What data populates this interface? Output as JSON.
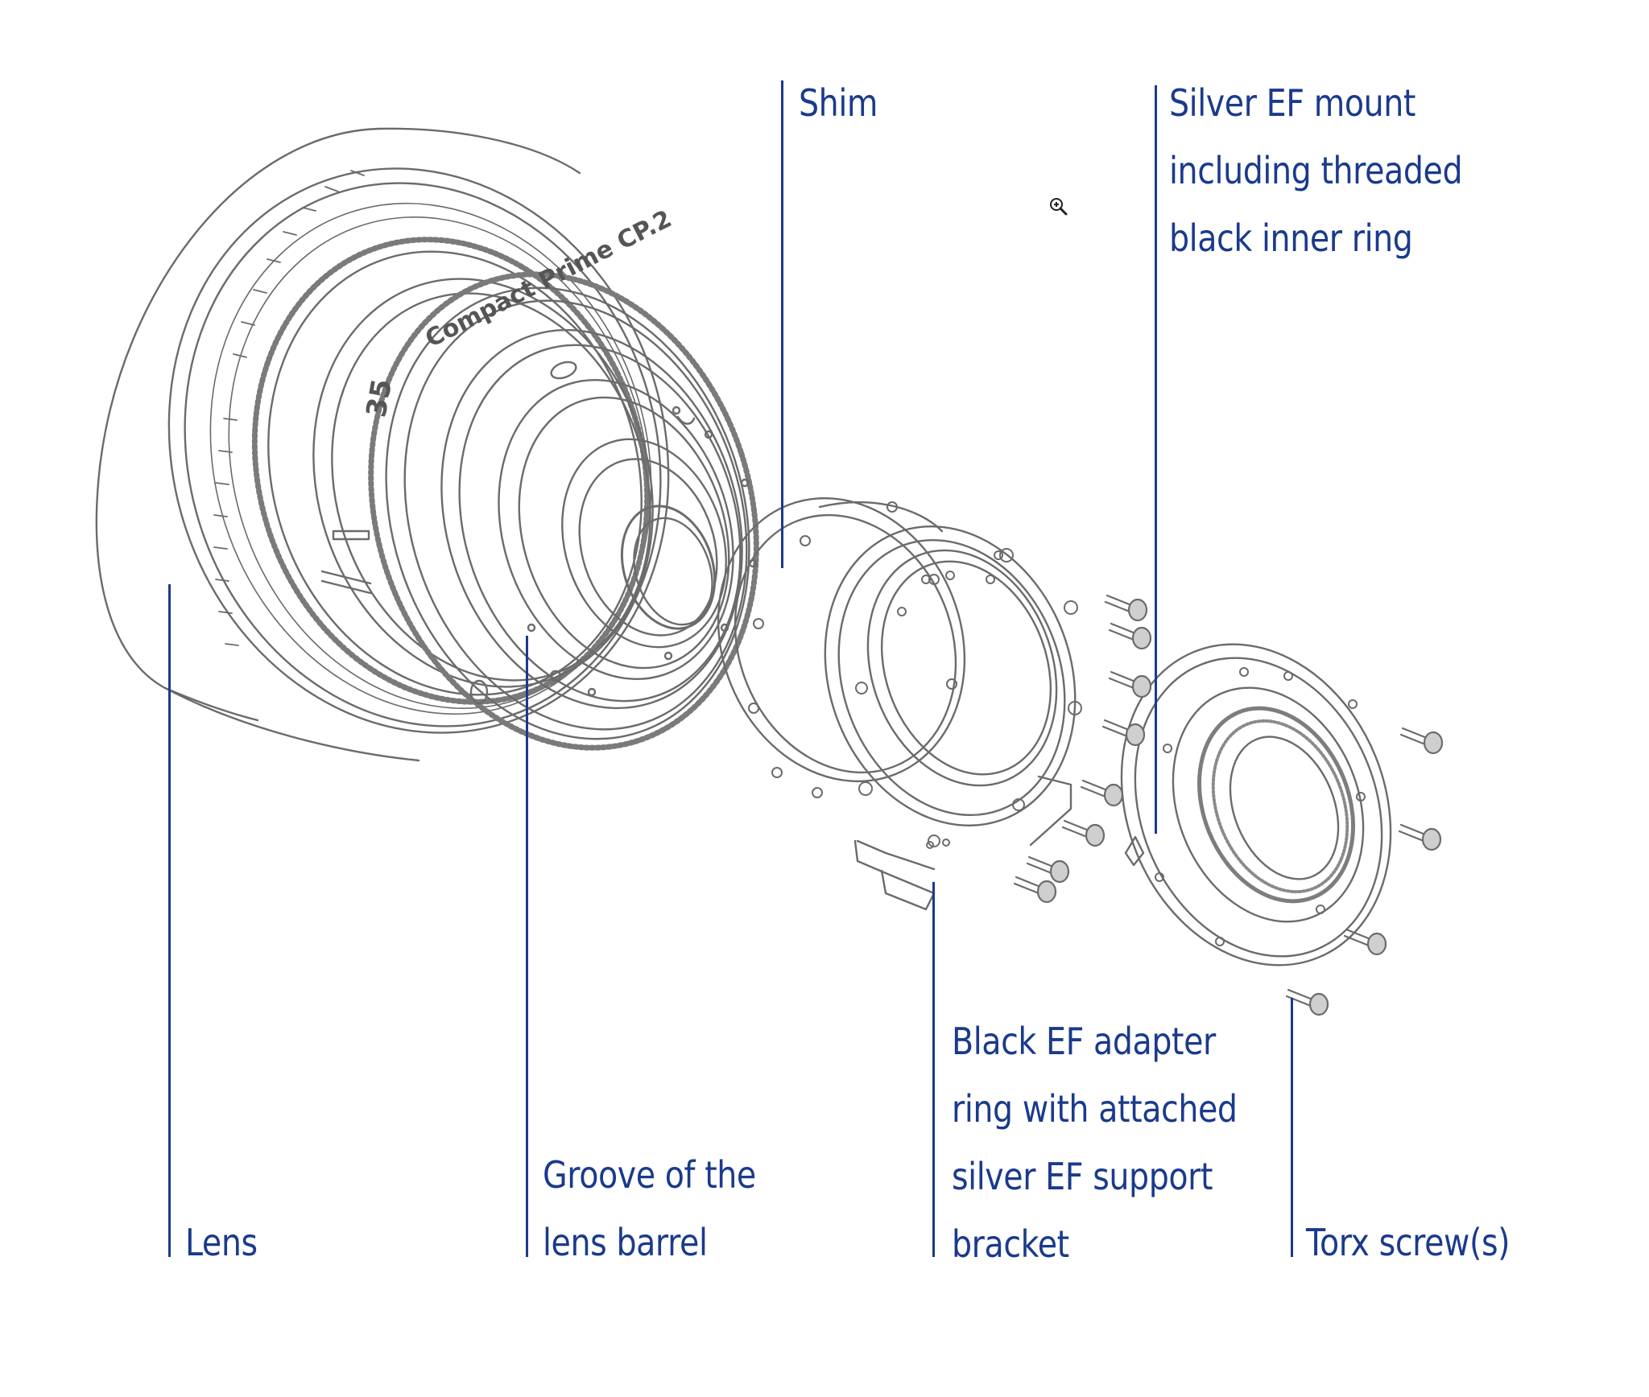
{
  "labels": {
    "shim": [
      "Shim"
    ],
    "silver_mount": [
      "Silver EF mount",
      "including threaded",
      "black inner ring"
    ],
    "lens": [
      "Lens"
    ],
    "groove": [
      "Groove of the",
      "lens barrel"
    ],
    "adapter": [
      "Black EF adapter",
      "ring with attached",
      "silver EF support",
      "bracket"
    ],
    "torx": [
      "Torx screw(s)"
    ]
  },
  "engraving": {
    "model": "Compact Prime CP.2",
    "focal_length": "35"
  },
  "icons": {
    "zoom": "zoom-in-icon"
  },
  "colors": {
    "accent": "#1a3a8c",
    "drawing": "#6b6b6b",
    "background": "#ffffff"
  }
}
